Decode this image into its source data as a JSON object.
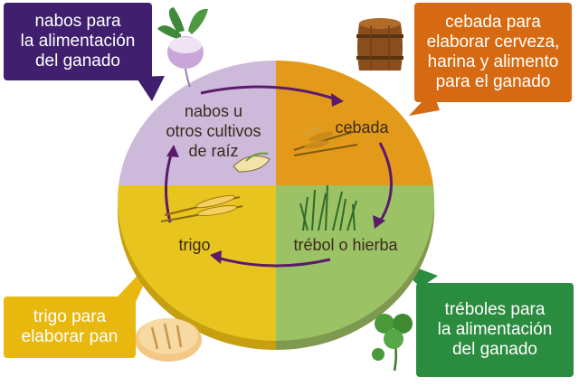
{
  "colors": {
    "purple": "#3f1f6e",
    "orange": "#d66a12",
    "green": "#2a8c3e",
    "gold": "#e8b80f",
    "lavender": "#cdb9da",
    "amber": "#e39a1a",
    "sage": "#9cc266",
    "yellow": "#e8c41f",
    "arrow": "#5b1a6b"
  },
  "callouts": {
    "nabos": [
      "nabos para",
      "la alimentación",
      "del ganado"
    ],
    "cebada": [
      "cebada para",
      "elaborar cerveza,",
      "harina y alimento",
      "para el ganado"
    ],
    "treboles": [
      "tréboles para",
      "la alimentación",
      "del ganado"
    ],
    "trigo": [
      "trigo para",
      "elaborar pan"
    ]
  },
  "quadrants": {
    "nabos": [
      "nabos u",
      "otros cultivos",
      "de raíz"
    ],
    "cebada": "cebada",
    "trebol": "trébol o hierba",
    "trigo": "trigo"
  },
  "icons": [
    "turnip-icon",
    "barrel-icon",
    "clover-icon",
    "bread-icon",
    "barley-icon",
    "wheat-icon",
    "grass-icon",
    "root-icon"
  ]
}
